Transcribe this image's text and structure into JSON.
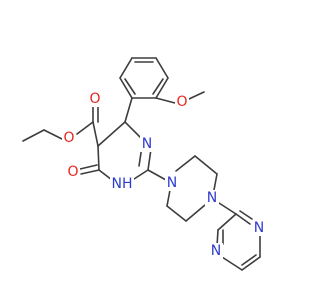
{
  "molecule": {
    "atoms": {
      "o_ome": {
        "text": "O",
        "element": "O"
      },
      "o_carbonyl_ester": {
        "text": "O",
        "element": "O"
      },
      "o_ester": {
        "text": "O",
        "element": "O"
      },
      "n_ring_imine": {
        "text": "N",
        "element": "N"
      },
      "o_amide": {
        "text": "O",
        "element": "O"
      },
      "nh_ring": {
        "text": "NH",
        "element": "N"
      },
      "n_pip1": {
        "text": "N",
        "element": "N"
      },
      "n_pip2": {
        "text": "N",
        "element": "N"
      },
      "n_pym1": {
        "text": "N",
        "element": "N"
      },
      "n_pym2": {
        "text": "N",
        "element": "N"
      }
    },
    "colors": {
      "bond": "#3d3d3d",
      "O": "#e8261f",
      "N": "#2f3ccf"
    }
  }
}
